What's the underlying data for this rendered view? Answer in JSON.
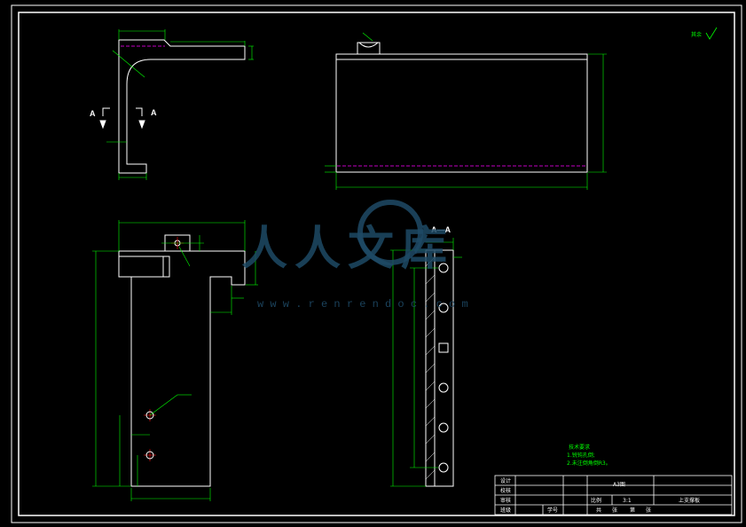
{
  "colors": {
    "background": "#000000",
    "outline": "#ffffff",
    "dimension": "#00ff00",
    "hidden_line": "#ff00ff",
    "center_line": "#ff0000",
    "watermark": "#1e4a66"
  },
  "section_label": "A—A",
  "section_marks": {
    "left": "A",
    "right": "A"
  },
  "watermark": {
    "text": "人人文库",
    "url": "w w w . r e n r e n d o c . c o m"
  },
  "surface_mark": "其余",
  "tech_requirements": {
    "title": "技术要求",
    "items": [
      "1.锐钝孔倒;",
      "2.未注倒角倒R3。"
    ]
  },
  "title_block": {
    "rows": [
      "设计",
      "校核",
      "审核",
      "班级"
    ],
    "part_name": "上支撑板",
    "scale_label": "比例",
    "scale_value": "3:1",
    "drawing_no": "A3图",
    "signature_labels": [
      "共",
      "张",
      "第",
      "张"
    ],
    "student_no_label": "学号"
  }
}
